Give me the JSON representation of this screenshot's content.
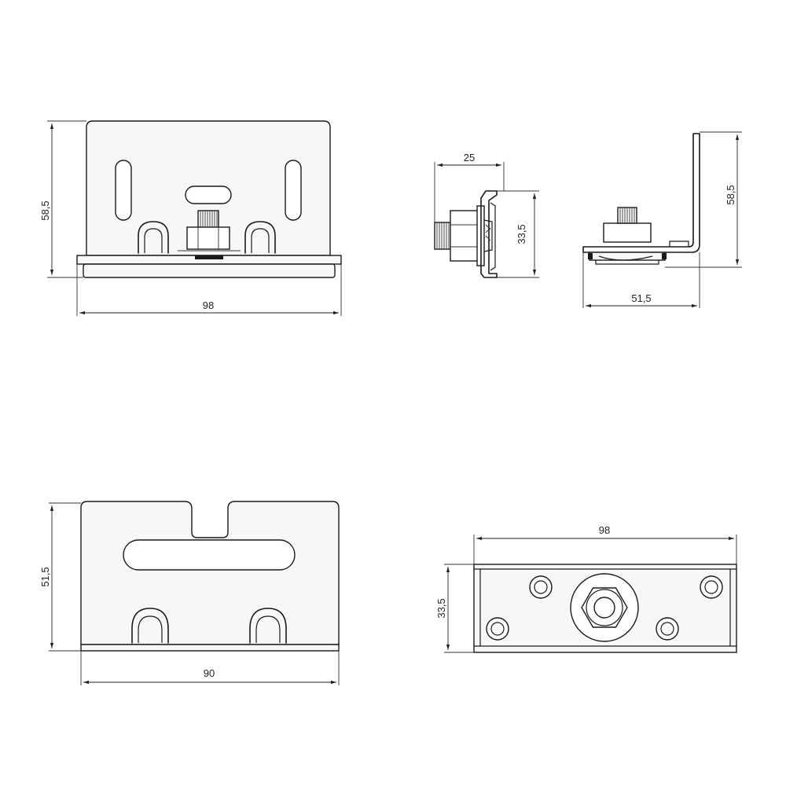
{
  "dimensions": {
    "front_height": "58,5",
    "front_width": "98",
    "side_depth": "25",
    "side_height": "33,5",
    "right_height": "58,5",
    "right_depth": "51,5",
    "back_height": "51,5",
    "back_width": "90",
    "bottom_width": "98",
    "bottom_height": "33,5"
  },
  "colors": {
    "line": "#1a1a1a",
    "fill": "#f7f7f7"
  }
}
